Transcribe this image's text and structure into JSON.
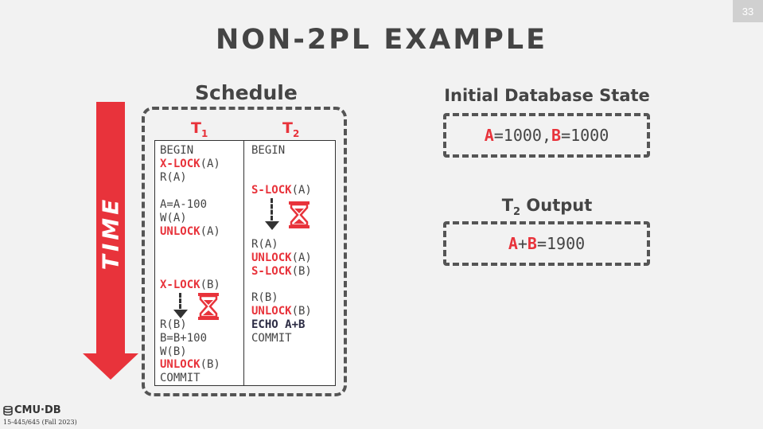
{
  "slide_number": "33",
  "title": "NON-2PL EXAMPLE",
  "schedule": {
    "label": "Schedule",
    "time_label": "TIME",
    "t1_head": "T",
    "t1_sub": "1",
    "t2_head": "T",
    "t2_sub": "2",
    "t1_ops": {
      "begin": "BEGIN",
      "xlock_a": "X-LOCK",
      "xlock_a_arg": "(A)",
      "read_a": "R(A)",
      "compute_a": "A=A-100",
      "write_a": "W(A)",
      "unlock_a": "UNLOCK",
      "unlock_a_arg": "(A)",
      "xlock_b": "X-LOCK",
      "xlock_b_arg": "(B)",
      "read_b": "R(B)",
      "compute_b": "B=B+100",
      "write_b": "W(B)",
      "unlock_b": "UNLOCK",
      "unlock_b_arg": "(B)",
      "commit": "COMMIT"
    },
    "t2_ops": {
      "begin": "BEGIN",
      "slock_a": "S-LOCK",
      "slock_a_arg": "(A)",
      "read_a": "R(A)",
      "unlock_a": "UNLOCK",
      "unlock_a_arg": "(A)",
      "slock_b": "S-LOCK",
      "slock_b_arg": "(B)",
      "read_b": "R(B)",
      "unlock_b": "UNLOCK",
      "unlock_b_arg": "(B)",
      "echo": "ECHO A+B",
      "commit": "COMMIT"
    }
  },
  "initial_state": {
    "label": "Initial Database State",
    "a_name": "A",
    "a_val": "=1000, ",
    "b_name": "B",
    "b_val": "=1000"
  },
  "t2_output": {
    "label_main": "T",
    "label_sub": "2",
    "label_rest": " Output",
    "a_name": "A",
    "plus": "+",
    "b_name": "B",
    "result": "=1900"
  },
  "footer": {
    "logo": "CMU·DB",
    "course": "15-445/645 (Fall 2023)"
  },
  "colors": {
    "accent_red": "#e8333b",
    "text_gray": "#444444",
    "background": "#f2f2f2"
  }
}
